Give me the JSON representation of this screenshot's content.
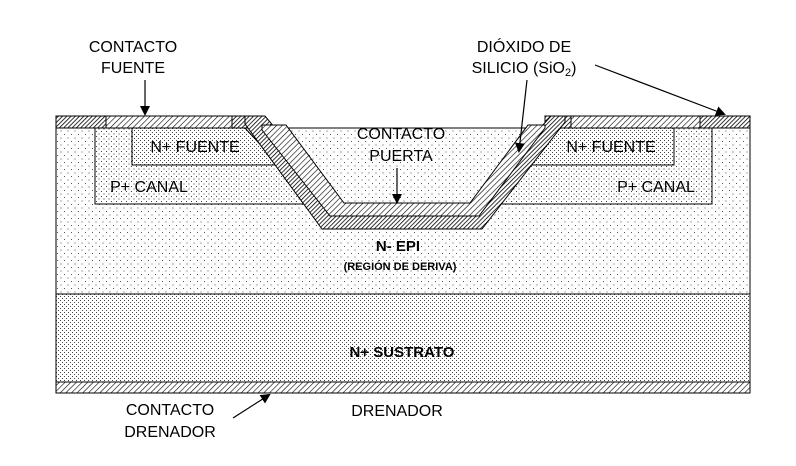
{
  "labels": {
    "contacto_fuente_l1": "CONTACTO",
    "contacto_fuente_l2": "FUENTE",
    "dioxido_l1": "DIÓXIDO DE",
    "dioxido_l2_pre": "SILICIO (SiO",
    "dioxido_l2_sub": "2",
    "dioxido_l2_post": ")",
    "contacto_puerta_l1": "CONTACTO",
    "contacto_puerta_l2": "PUERTA",
    "n_fuente_left": "N+ FUENTE",
    "n_fuente_right": "N+ FUENTE",
    "p_canal_left": "P+ CANAL",
    "p_canal_right": "P+ CANAL",
    "n_epi": "N- EPI",
    "region_deriva": "(REGIÓN DE DERIVA)",
    "n_sustrato": "N+ SUSTRATO",
    "contacto_drenador_l1": "CONTACTO",
    "contacto_drenador_l2": "DRENADOR",
    "drenador": "DRENADOR"
  },
  "colors": {
    "stroke": "#000000",
    "background": "#ffffff"
  }
}
